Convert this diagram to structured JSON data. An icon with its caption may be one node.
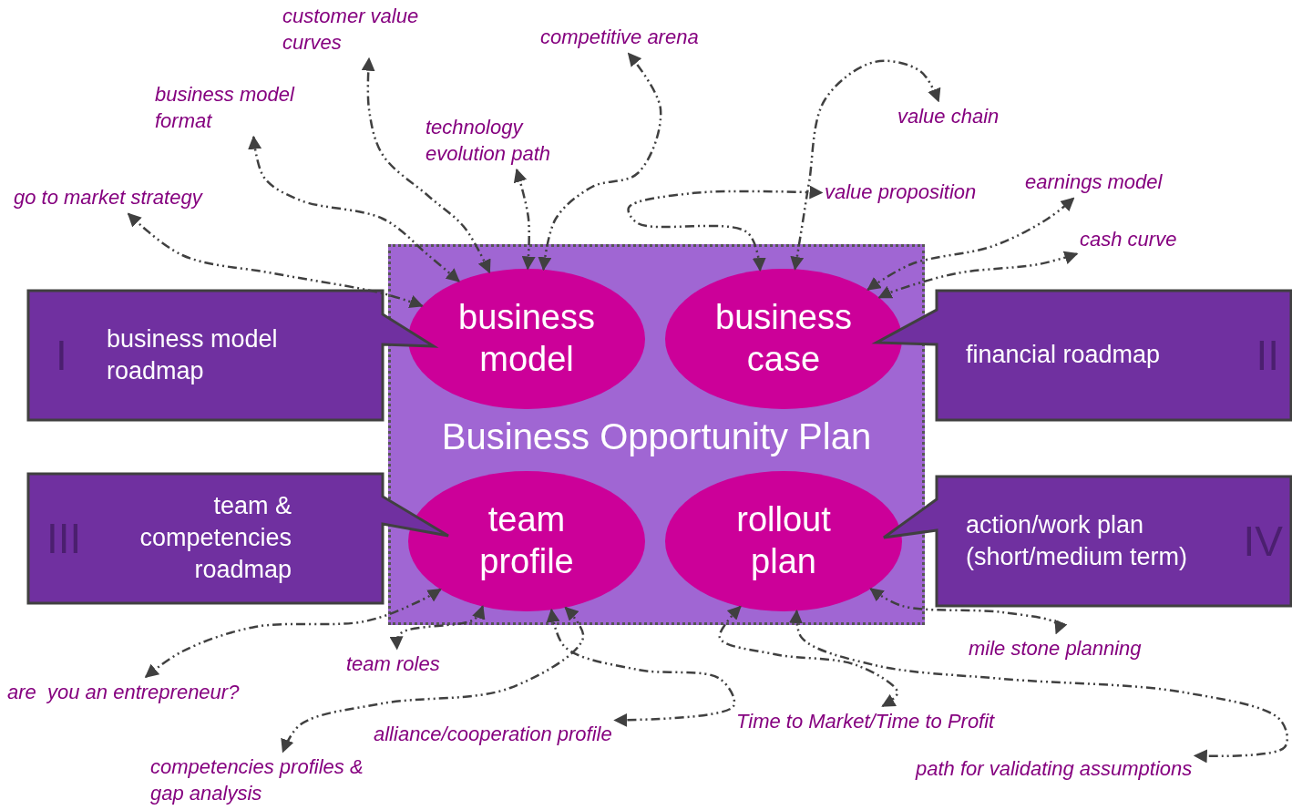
{
  "diagram": {
    "nodes": [
      {
        "text": [
          "Business Opportunity Plan"
        ]
      },
      {
        "text": [
          "business model"
        ],
        "in": 0
      },
      {
        "text": [
          "business case"
        ],
        "in": 0
      },
      {
        "text": [
          "team profile"
        ],
        "in": 0
      },
      {
        "text": [
          "rollout plan"
        ],
        "in": 0
      },
      {
        "text": [
          "I",
          "business model roadmap"
        ]
      },
      {
        "text": [
          "financial roadmap",
          "II"
        ]
      },
      {
        "text": [
          "III",
          "team & competencies roadmap"
        ]
      },
      {
        "text": [
          "action/work plan (short/medium term)",
          "IV"
        ]
      },
      {
        "text": [
          "go to market strategy"
        ]
      },
      {
        "text": [
          "business model format"
        ]
      },
      {
        "text": [
          "customer value curves"
        ]
      },
      {
        "text": [
          "technology evolution path"
        ]
      },
      {
        "text": [
          "competitive arena"
        ]
      },
      {
        "text": [
          "value chain"
        ]
      },
      {
        "text": [
          "value proposition"
        ]
      },
      {
        "text": [
          "earnings model"
        ]
      },
      {
        "text": [
          "cash curve"
        ]
      },
      {
        "text": [
          "mile stone planning"
        ]
      },
      {
        "text": [
          "path for validating assumptions"
        ]
      },
      {
        "text": [
          "Time to Market/Time to Profit"
        ]
      },
      {
        "text": [
          "alliance/cooperation profile"
        ]
      },
      {
        "text": [
          "competencies profiles & gap analysis"
        ]
      },
      {
        "text": [
          "team roles"
        ]
      },
      {
        "text": [
          "are  you an entrepreneur?"
        ]
      }
    ],
    "edges": [
      {
        "from": 1,
        "to": 9,
        "arrow": "both",
        "style": "dashed"
      },
      {
        "from": 1,
        "to": 10,
        "arrow": "both",
        "style": "dashed"
      },
      {
        "from": 1,
        "to": 11,
        "arrow": "both",
        "style": "dashed"
      },
      {
        "from": 1,
        "to": 12,
        "arrow": "both",
        "style": "dashed"
      },
      {
        "from": 1,
        "to": 13,
        "arrow": "both",
        "style": "dashed"
      },
      {
        "from": 2,
        "to": 14,
        "arrow": "both",
        "style": "dashed"
      },
      {
        "from": 2,
        "to": 15,
        "arrow": "both",
        "style": "dashed"
      },
      {
        "from": 2,
        "to": 16,
        "arrow": "both",
        "style": "dashed"
      },
      {
        "from": 2,
        "to": 17,
        "arrow": "both",
        "style": "dashed"
      },
      {
        "from": 4,
        "to": 18,
        "arrow": "both",
        "style": "dashed"
      },
      {
        "from": 4,
        "to": 19,
        "arrow": "both",
        "style": "dashed"
      },
      {
        "from": 4,
        "to": 20,
        "arrow": "both",
        "style": "dashed"
      },
      {
        "from": 3,
        "to": 21,
        "arrow": "both",
        "style": "dashed"
      },
      {
        "from": 3,
        "to": 22,
        "arrow": "both",
        "style": "dashed"
      },
      {
        "from": 3,
        "to": 23,
        "arrow": "both",
        "style": "dashed"
      },
      {
        "from": 3,
        "to": 24,
        "arrow": "both",
        "style": "dashed"
      }
    ]
  }
}
